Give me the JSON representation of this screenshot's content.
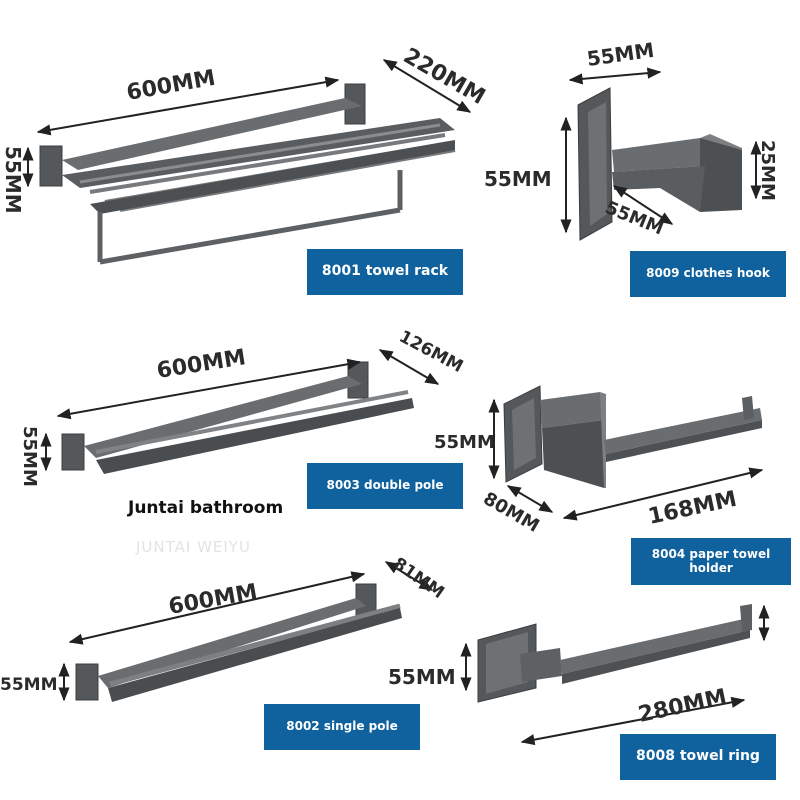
{
  "colors": {
    "metal_dark": "#4a4d50",
    "metal_mid": "#6d7073",
    "metal_light": "#9a9c9e",
    "label_bg": "#10629e"
  },
  "brand": {
    "name": "Juntai bathroom",
    "watermark": "JUNTAI WEIYU"
  },
  "products": {
    "towel_rack": {
      "label": "8001 towel rack",
      "width": "600MM",
      "depth": "220MM",
      "height": "55MM"
    },
    "clothes_hook": {
      "label": "8009 clothes hook",
      "width": "55MM",
      "height": "55MM",
      "depth": "55MM",
      "thickness": "25MM"
    },
    "double_pole": {
      "label": "8003 double pole",
      "width": "600MM",
      "depth": "126MM",
      "height": "55MM"
    },
    "paper_holder": {
      "label": "8004 paper towel holder",
      "height": "55MM",
      "depth": "80MM",
      "width": "168MM"
    },
    "single_pole": {
      "label": "8002 single pole",
      "width": "600MM",
      "depth": "81MM",
      "height": "55MM"
    },
    "towel_ring": {
      "label": "8008 towel ring",
      "height": "55MM",
      "width": "280MM"
    }
  }
}
